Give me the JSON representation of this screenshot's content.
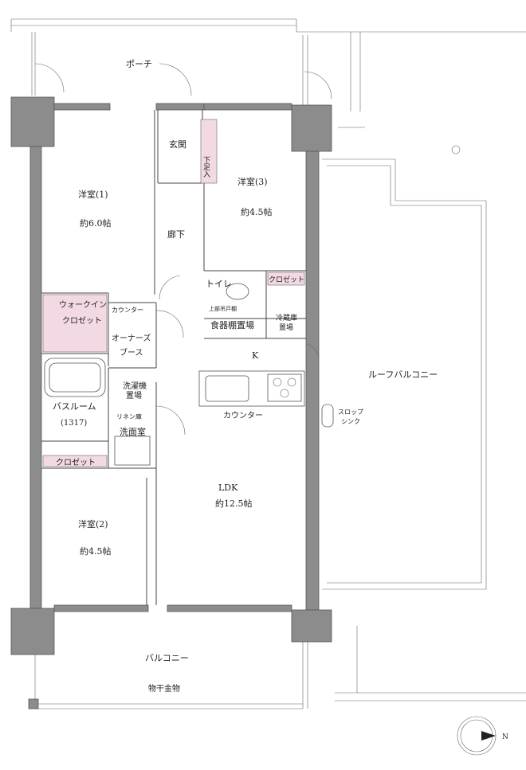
{
  "plan": {
    "rooms": {
      "porch": "ポーチ",
      "entrance": "玄関",
      "shoe_closet": "下足入",
      "western1": "洋室(1)",
      "western1_size": "約6.0帖",
      "western3": "洋室(3)",
      "western3_size": "約4.5帖",
      "hallway": "廊下",
      "toilet": "トイレ",
      "upper_cabinet": "上部吊戸棚",
      "closet_small": "クロゼット",
      "walkin_line1": "ウォークイン",
      "walkin_line2": "クロゼット",
      "counter_small": "カウンター",
      "dish_shelf": "食器棚置場",
      "fridge_line1": "冷蔵庫",
      "fridge_line2": "置場",
      "owners_line1": "オーナーズ",
      "owners_line2": "ブース",
      "kitchen": "K",
      "washer_line1": "洗濯機",
      "washer_line2": "置場",
      "bathroom": "バスルーム",
      "bath_size": "(1317)",
      "linen": "リネン庫",
      "washroom": "洗面室",
      "counter": "カウンター",
      "closet2": "クロゼット",
      "slop_line1": "スロップ",
      "slop_line2": "シンク",
      "roof_balcony": "ルーフバルコニー",
      "western2": "洋室(2)",
      "western2_size": "約4.5帖",
      "ldk": "LDK",
      "ldk_size": "約12.5帖",
      "balcony": "バルコニー",
      "drying": "物干金物"
    },
    "compass_dir": "N",
    "colors": {
      "pink": "#f3d9e3",
      "wall": "#8c8c8c"
    }
  }
}
